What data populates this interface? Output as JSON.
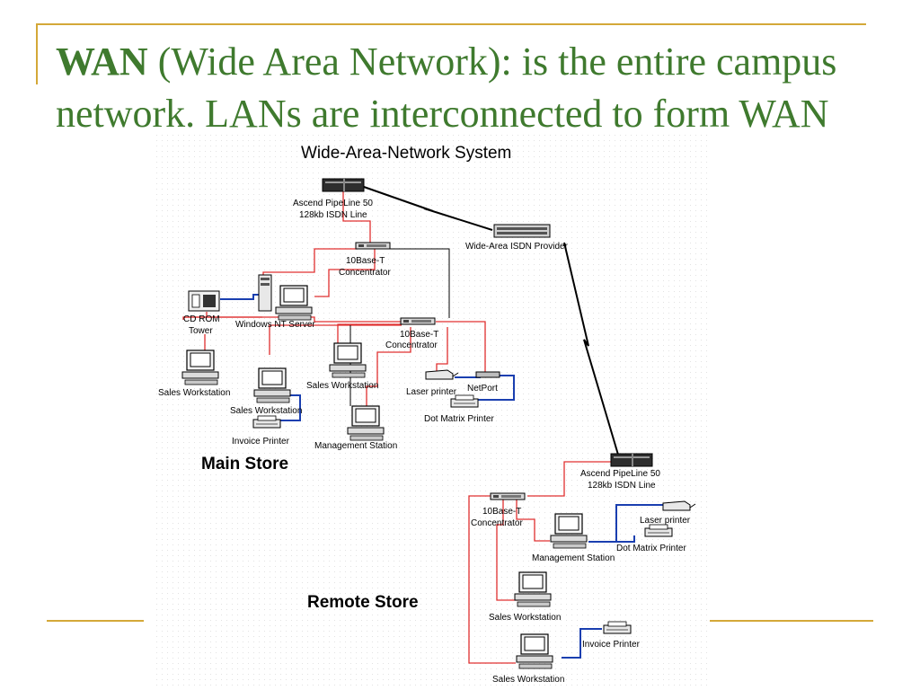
{
  "slide": {
    "title_keyword": "WAN",
    "title_rest": " (Wide Area Network): is the entire campus network. LANs are interconnected to form WAN"
  },
  "diagram": {
    "title": "Wide-Area-Network System",
    "main_store": {
      "label": "Main Store",
      "router": {
        "line1": "Ascend PipeLine 50",
        "line2": "128kb ISDN Line"
      },
      "hub_top": {
        "line1": "10Base-T",
        "line2": "Concentrator"
      },
      "hub_mid": {
        "line1": "10Base-T",
        "line2": "Concentrator"
      },
      "server": "Windows NT Server",
      "cdrom": {
        "line1": "CD ROM",
        "line2": "Tower"
      },
      "sales_ws_1": "Sales Workstation",
      "sales_ws_2": "Sales Workstation",
      "sales_ws_3": "Sales Workstation",
      "invoice_printer": "Invoice Printer",
      "management_station": "Management Station",
      "laser_printer": "Laser printer",
      "netport": "NetPort",
      "dot_matrix_printer": "Dot Matrix Printer"
    },
    "provider": "Wide-Area ISDN Provider",
    "remote_store": {
      "label": "Remote Store",
      "router": {
        "line1": "Ascend PipeLine 50",
        "line2": "128kb ISDN Line"
      },
      "hub": {
        "line1": "10Base-T",
        "line2": "Concentrator"
      },
      "laser_printer": "Laser printer",
      "dot_matrix_printer": "Dot Matrix Printer",
      "management_station": "Management Station",
      "sales_ws_1": "Sales Workstation",
      "sales_ws_2": "Sales Workstation",
      "invoice_printer": "Invoice Printer"
    },
    "colors": {
      "ethernet": "#e03030",
      "serial": "#1a3fb0",
      "wan_link": "#000000"
    }
  }
}
